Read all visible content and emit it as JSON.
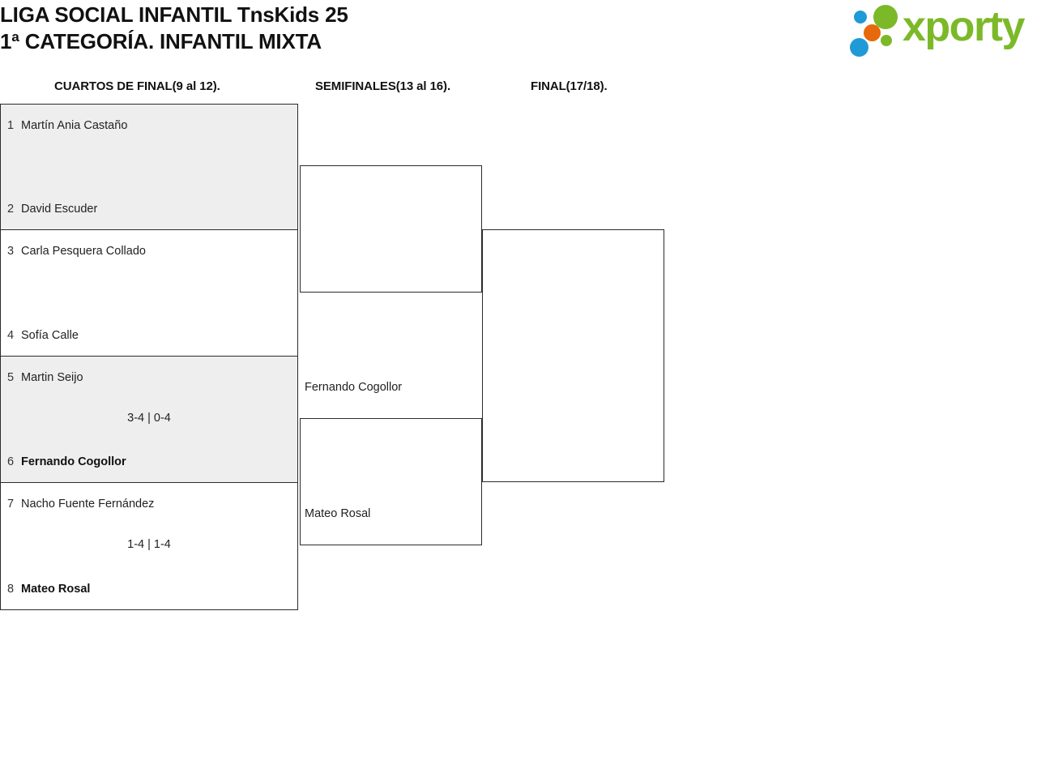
{
  "header": {
    "title_line_1": "LIGA SOCIAL INFANTIL TnsKids 25",
    "title_line_2": "1ª CATEGORÍA. INFANTIL MIXTA"
  },
  "logo": {
    "wordmark": "xporty",
    "colors": {
      "green": "#7cb928",
      "blue": "#1f9ad6",
      "orange": "#e8690b"
    }
  },
  "rounds": [
    {
      "label": "CUARTOS DE FINAL(9 al 12)."
    },
    {
      "label": "SEMIFINALES(13 al 16)."
    },
    {
      "label": "FINAL(17/18)."
    }
  ],
  "bracket": {
    "quarterfinals": [
      {
        "top": {
          "seed": "1",
          "name": "Martín Ania Castaño",
          "winner": false
        },
        "bottom": {
          "seed": "2",
          "name": "David Escuder",
          "winner": false
        },
        "score": ""
      },
      {
        "top": {
          "seed": "3",
          "name": "Carla Pesquera Collado",
          "winner": false
        },
        "bottom": {
          "seed": "4",
          "name": "Sofía Calle",
          "winner": false
        },
        "score": ""
      },
      {
        "top": {
          "seed": "5",
          "name": "Martin Seijo",
          "winner": false
        },
        "bottom": {
          "seed": "6",
          "name": "Fernando Cogollor",
          "winner": true
        },
        "score": "3-4 | 0-4"
      },
      {
        "top": {
          "seed": "7",
          "name": "Nacho Fuente Fernández",
          "winner": false
        },
        "bottom": {
          "seed": "8",
          "name": "Mateo Rosal",
          "winner": true
        },
        "score": "1-4 | 1-4"
      }
    ],
    "semifinals": [
      {
        "name": ""
      },
      {
        "name": ""
      },
      {
        "name": "Fernando Cogollor"
      },
      {
        "name": "Mateo Rosal"
      }
    ],
    "semifinal_labels": [
      {
        "name": "Fernando Cogollor"
      },
      {
        "name": "Mateo Rosal"
      }
    ],
    "final": {
      "name": ""
    }
  }
}
